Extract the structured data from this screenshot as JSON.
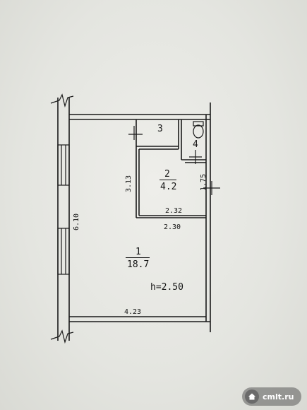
{
  "rooms": [
    {
      "number": "1",
      "area": "18.7"
    },
    {
      "number": "2",
      "area": "4.2"
    },
    {
      "number": "3"
    },
    {
      "number": "4"
    }
  ],
  "dimensions": {
    "apartment_length": "6.10",
    "width_bottom": "4.23",
    "room2_height": "3.13",
    "room2_width_inner": "2.32",
    "room2_width_outer": "2.30",
    "bath_side": "1.75"
  },
  "ceiling_height": "h=2.50",
  "watermark": {
    "text": "cmlt.ru",
    "icon": "house-icon"
  },
  "colors": {
    "line": "#1a1a1a",
    "background": "#e6e7e2"
  }
}
